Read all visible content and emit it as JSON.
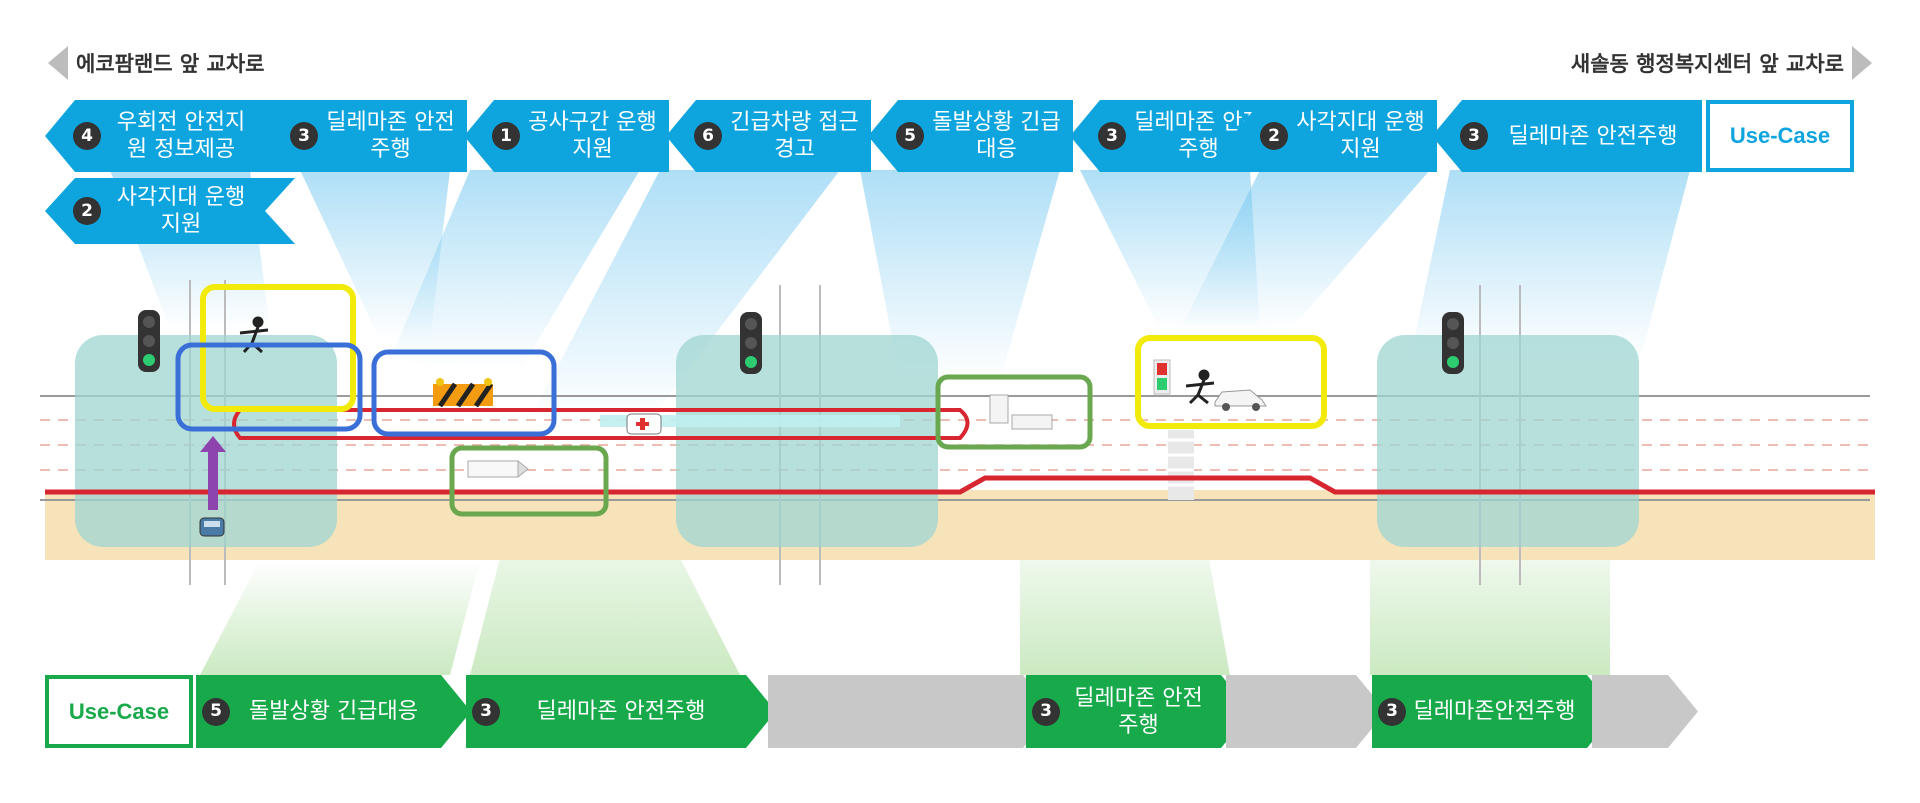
{
  "header": {
    "left_endpoint": "에코팜랜드 앞 교차로",
    "right_endpoint": "새솔동 행정복지센터 앞 교차로"
  },
  "top_row": {
    "use_case_label": "Use-Case",
    "items": [
      {
        "number": "4",
        "text": "우회전 안전지원 정보제공"
      },
      {
        "number": "3",
        "text": "딜레마존 안전주행"
      },
      {
        "number": "1",
        "text": "공사구간 운행지원"
      },
      {
        "number": "6",
        "text": "긴급차량 접근경고"
      },
      {
        "number": "5",
        "text": "돌발상황 긴급대응"
      },
      {
        "number": "3",
        "text": "딜레마존 안전주행"
      },
      {
        "number": "2",
        "text": "사각지대 운행지원"
      },
      {
        "number": "3",
        "text": "딜레마존 안전주행"
      }
    ],
    "second_row_item": {
      "number": "2",
      "text": "사각지대 운행지원"
    }
  },
  "bottom_row": {
    "use_case_label": "Use-Case",
    "items": [
      {
        "number": "5",
        "text": "돌발상황 긴급대응"
      },
      {
        "number": "3",
        "text": "딜레마존 안전주행"
      },
      {
        "number": "3",
        "text": "딜레마존 안전주행"
      },
      {
        "number": "3",
        "text": "딜레마존안전주행"
      }
    ]
  },
  "colors": {
    "top_blue": "#0ea5df",
    "bottom_green": "#17a94a",
    "route_red": "#d7262f",
    "zone_teal": "#9fd6d2",
    "highlight_yellow": "#f2ea0a",
    "highlight_blue": "#3a6fd8",
    "highlight_green": "#6aa84f"
  }
}
